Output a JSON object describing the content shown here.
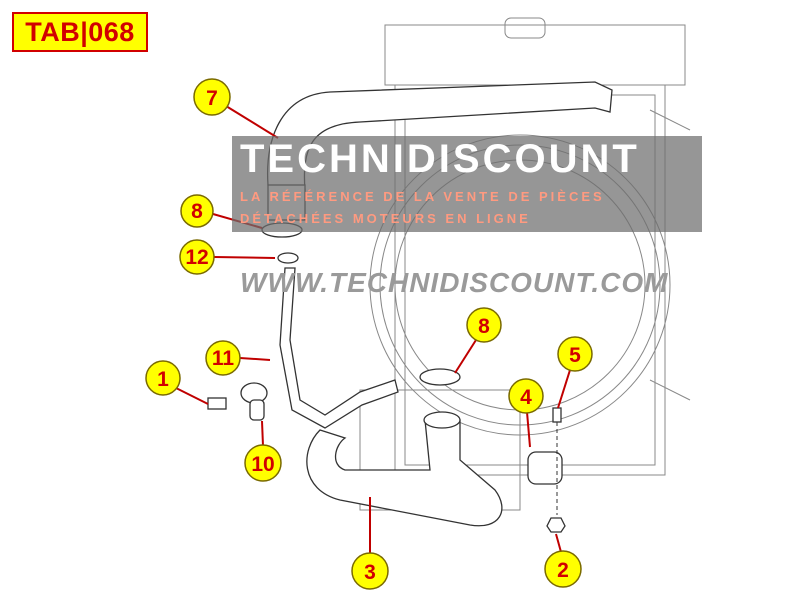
{
  "title": "TAB|068",
  "watermark": {
    "brand": "TECHNIDISCOUNT",
    "tagline1": "LA RÉFÉRENCE DE LA VENTE DE PIÈCES",
    "tagline2": "DÉTACHÉES MOTEURS EN LIGNE",
    "url": "WWW.TECHNIDISCOUNT.COM"
  },
  "callouts": [
    "7",
    "8",
    "12",
    "11",
    "8",
    "5",
    "4",
    "1",
    "10",
    "3",
    "2"
  ],
  "colors": {
    "callout_fill": "#ffff00",
    "callout_text": "#d10000",
    "leader": "#c00000",
    "tab_border": "#d10000"
  }
}
